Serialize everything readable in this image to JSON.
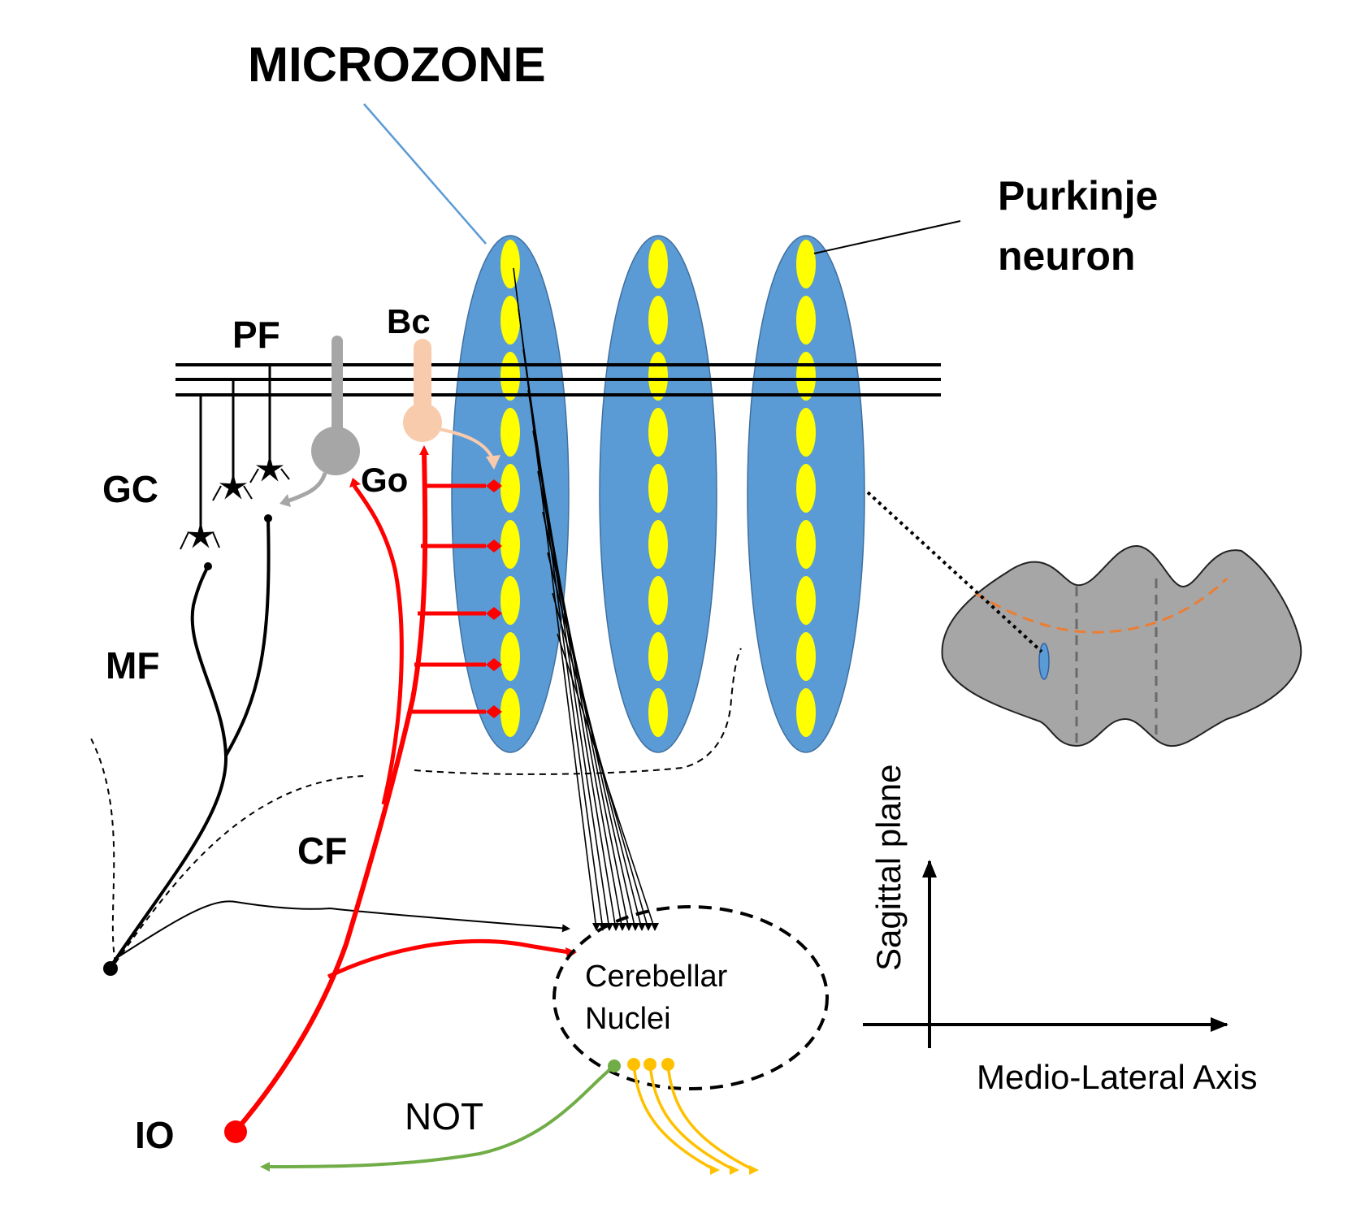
{
  "labels": {
    "microzone": "MICROZONE",
    "purkinje_line1": "Purkinje",
    "purkinje_line2": "neuron",
    "pf": "PF",
    "bc": "Bc",
    "gc": "GC",
    "go": "Go",
    "mf": "MF",
    "cf": "CF",
    "io": "IO",
    "not": "NOT",
    "nuclei_line1": "Cerebellar",
    "nuclei_line2": "Nuclei",
    "sagittal": "Sagittal plane",
    "mediolateral": "Medio-Lateral Axis"
  },
  "colors": {
    "microzone": "#5b9bd5",
    "purkinje": "#ffff00",
    "climbing_fiber": "#ff0000",
    "golgi": "#a6a6a6",
    "basket": "#f8cbad",
    "not_pathway": "#70ad47",
    "output_axons": "#ffc000",
    "cerebellum": "#a6a6a6",
    "zone_boundary": "#ed7d31",
    "microzone_pointer": "#5b9bd5"
  }
}
